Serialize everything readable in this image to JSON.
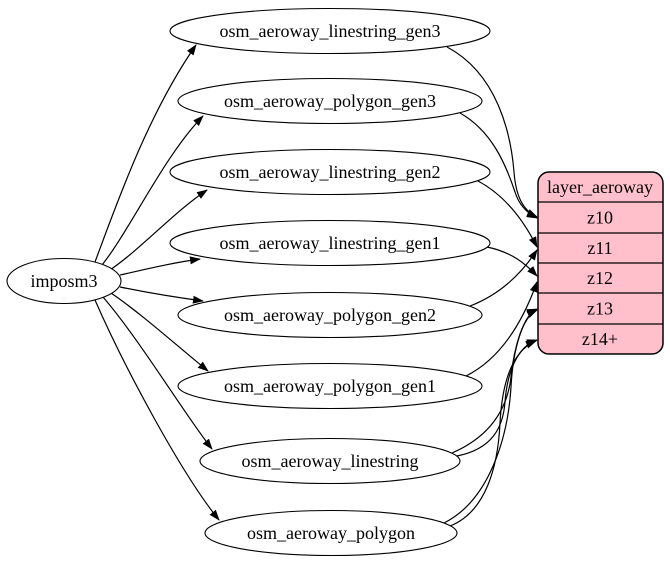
{
  "diagram": {
    "kind": "etl-graph",
    "source_node": {
      "label": "imposm3"
    },
    "tables": [
      {
        "label": "osm_aeroway_linestring_gen3"
      },
      {
        "label": "osm_aeroway_polygon_gen3"
      },
      {
        "label": "osm_aeroway_linestring_gen2"
      },
      {
        "label": "osm_aeroway_linestring_gen1"
      },
      {
        "label": "osm_aeroway_polygon_gen2"
      },
      {
        "label": "osm_aeroway_polygon_gen1"
      },
      {
        "label": "osm_aeroway_linestring"
      },
      {
        "label": "osm_aeroway_polygon"
      }
    ],
    "layer": {
      "title": "layer_aeroway",
      "zoom_rows": [
        "z10",
        "z11",
        "z12",
        "z13",
        "z14+"
      ]
    },
    "colors": {
      "layer_fill": "#ffc0cb",
      "table_fill": "#ffffff",
      "stroke": "#000000",
      "background": "#ffffff"
    },
    "edges": [
      {
        "from": "imposm3",
        "to": "osm_aeroway_linestring_gen3"
      },
      {
        "from": "imposm3",
        "to": "osm_aeroway_polygon_gen3"
      },
      {
        "from": "imposm3",
        "to": "osm_aeroway_linestring_gen2"
      },
      {
        "from": "imposm3",
        "to": "osm_aeroway_linestring_gen1"
      },
      {
        "from": "imposm3",
        "to": "osm_aeroway_polygon_gen2"
      },
      {
        "from": "imposm3",
        "to": "osm_aeroway_polygon_gen1"
      },
      {
        "from": "imposm3",
        "to": "osm_aeroway_linestring"
      },
      {
        "from": "imposm3",
        "to": "osm_aeroway_polygon"
      },
      {
        "from": "osm_aeroway_linestring_gen3",
        "to": "layer_aeroway.z10"
      },
      {
        "from": "osm_aeroway_polygon_gen3",
        "to": "layer_aeroway.z10"
      },
      {
        "from": "osm_aeroway_linestring_gen2",
        "to": "layer_aeroway.z11"
      },
      {
        "from": "osm_aeroway_polygon_gen2",
        "to": "layer_aeroway.z11"
      },
      {
        "from": "osm_aeroway_linestring_gen1",
        "to": "layer_aeroway.z12"
      },
      {
        "from": "osm_aeroway_polygon_gen1",
        "to": "layer_aeroway.z12"
      },
      {
        "from": "osm_aeroway_linestring",
        "to": "layer_aeroway.z13"
      },
      {
        "from": "osm_aeroway_linestring",
        "to": "layer_aeroway.z14+"
      },
      {
        "from": "osm_aeroway_polygon",
        "to": "layer_aeroway.z13"
      },
      {
        "from": "osm_aeroway_polygon",
        "to": "layer_aeroway.z14+"
      }
    ]
  }
}
